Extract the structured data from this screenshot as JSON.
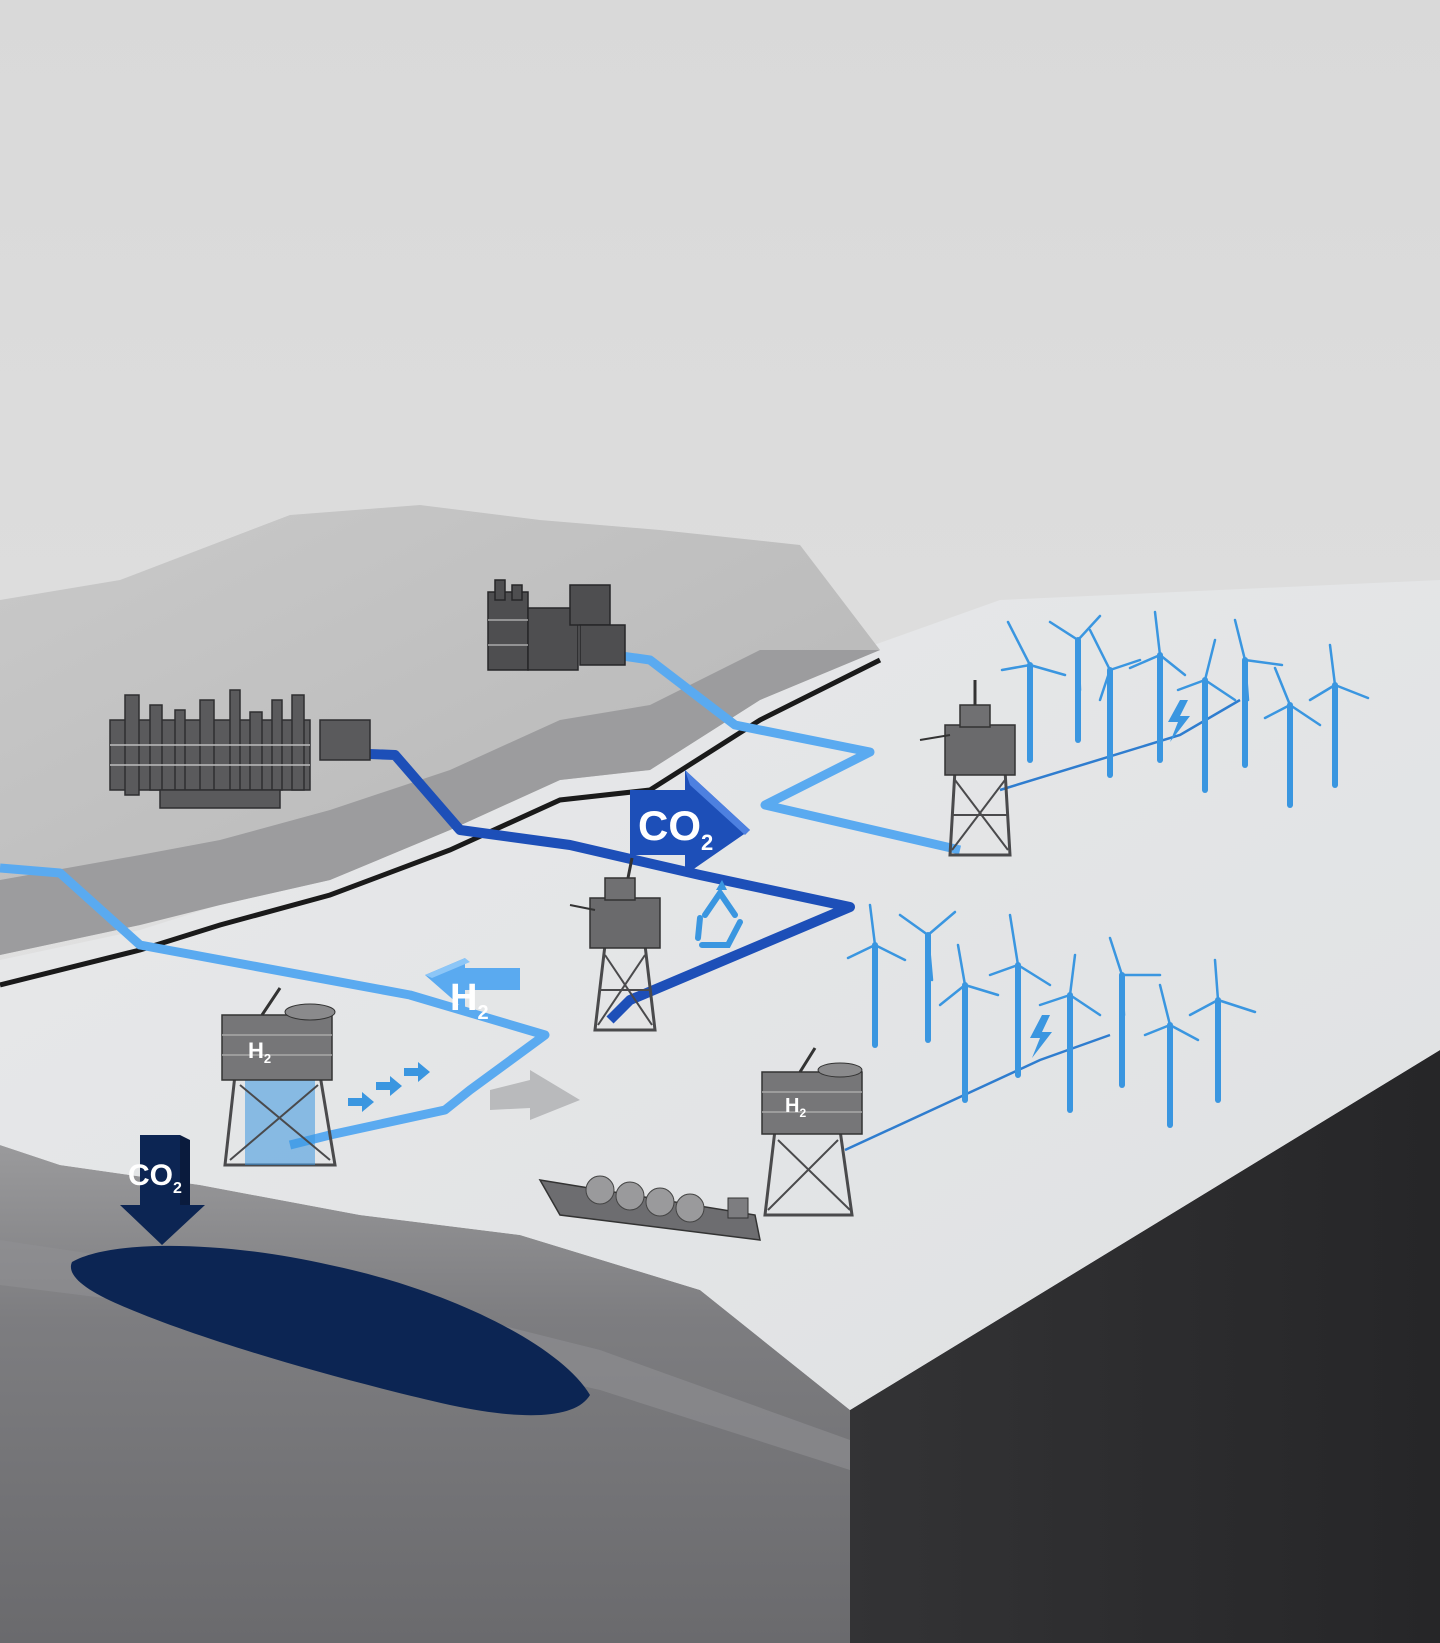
{
  "labels": {
    "co2_main": "CO",
    "co2_main_sub": "2",
    "h2_arrow": "H",
    "h2_arrow_sub": "2",
    "co2_storage": "CO",
    "co2_storage_sub": "2",
    "h2_platform_left": "H",
    "h2_platform_left_sub": "2",
    "h2_platform_right": "H",
    "h2_platform_right_sub": "2"
  },
  "icons": [
    "refinery-icon",
    "power-plant-icon",
    "oil-platform-icon",
    "hydrogen-platform-icon",
    "wind-turbine-icon",
    "lightning-icon",
    "recycle-icon",
    "lng-ship-icon"
  ],
  "colors": {
    "sky": "#dcdcdc",
    "land": "#c4c4c4",
    "seabed": "#e9eaeb",
    "cliff_front": "#8a8a8c",
    "cliff_side": "#2b2b2d",
    "co2_pipeline": "#1d4fb8",
    "h2_pipeline": "#5aaaf0",
    "reservoir": "#0c2553",
    "turbine": "#3a96e0"
  }
}
